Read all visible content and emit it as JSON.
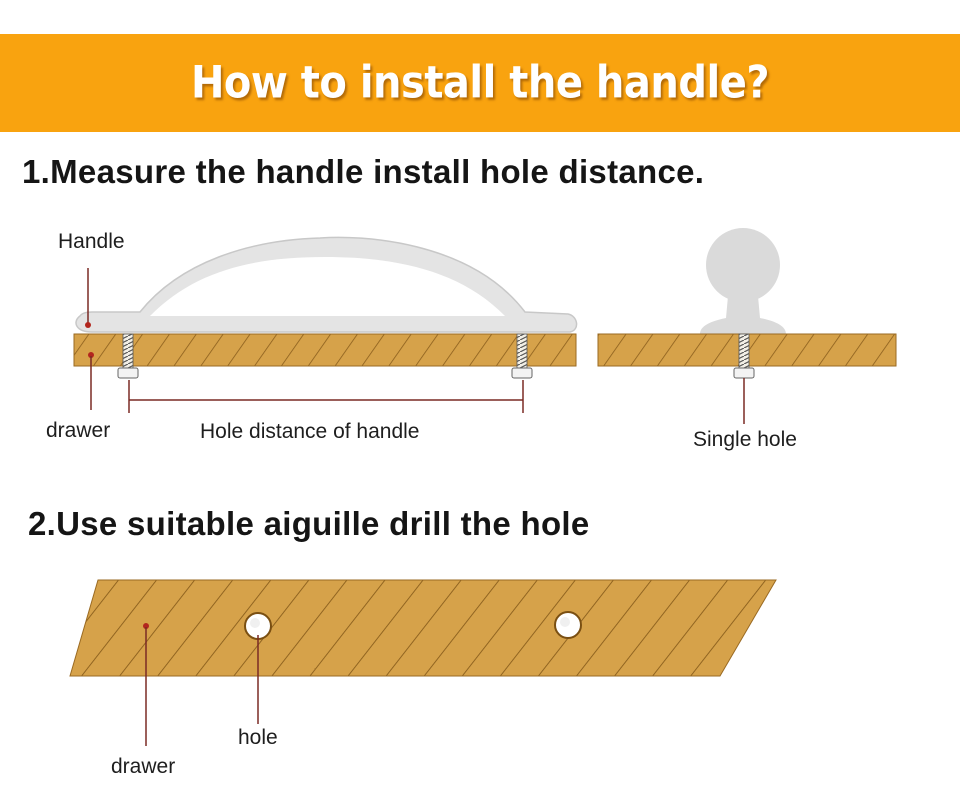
{
  "banner": {
    "title": "How to install the handle?"
  },
  "steps": [
    {
      "heading": "1.Measure the handle install hole distance."
    },
    {
      "heading": "2.Use suitable aiguille drill the hole"
    }
  ],
  "labels": {
    "handle": "Handle",
    "drawer_top": "drawer",
    "hole_distance": "Hole distance of handle",
    "single_hole": "Single hole",
    "hole": "hole",
    "drawer_bottom": "drawer"
  },
  "colors": {
    "banner": "#f9a30f",
    "wood": "#d6a24a",
    "wood_stripe": "#8a5e1c",
    "handle": "#dcdcdc",
    "pointer": "#7a2a24",
    "dot": "#b3261e"
  }
}
